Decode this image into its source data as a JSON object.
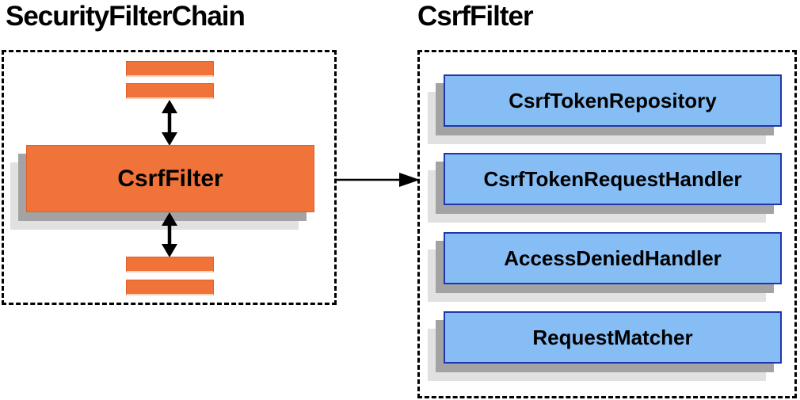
{
  "left_panel": {
    "title": "SecurityFilterChain",
    "filter_box_label": "CsrfFilter"
  },
  "right_panel": {
    "title": "CsrfFilter",
    "components": [
      "CsrfTokenRepository",
      "CsrfTokenRequestHandler",
      "AccessDeniedHandler",
      "RequestMatcher"
    ]
  },
  "colors": {
    "orange_fill": "#F0743A",
    "orange_border": "#DD5E27",
    "blue_fill": "#85BDF4",
    "blue_border": "#2136AE",
    "shadow_dark": "#A3A3A3",
    "shadow_light": "#E1E1E1",
    "line_color": "#000000"
  }
}
